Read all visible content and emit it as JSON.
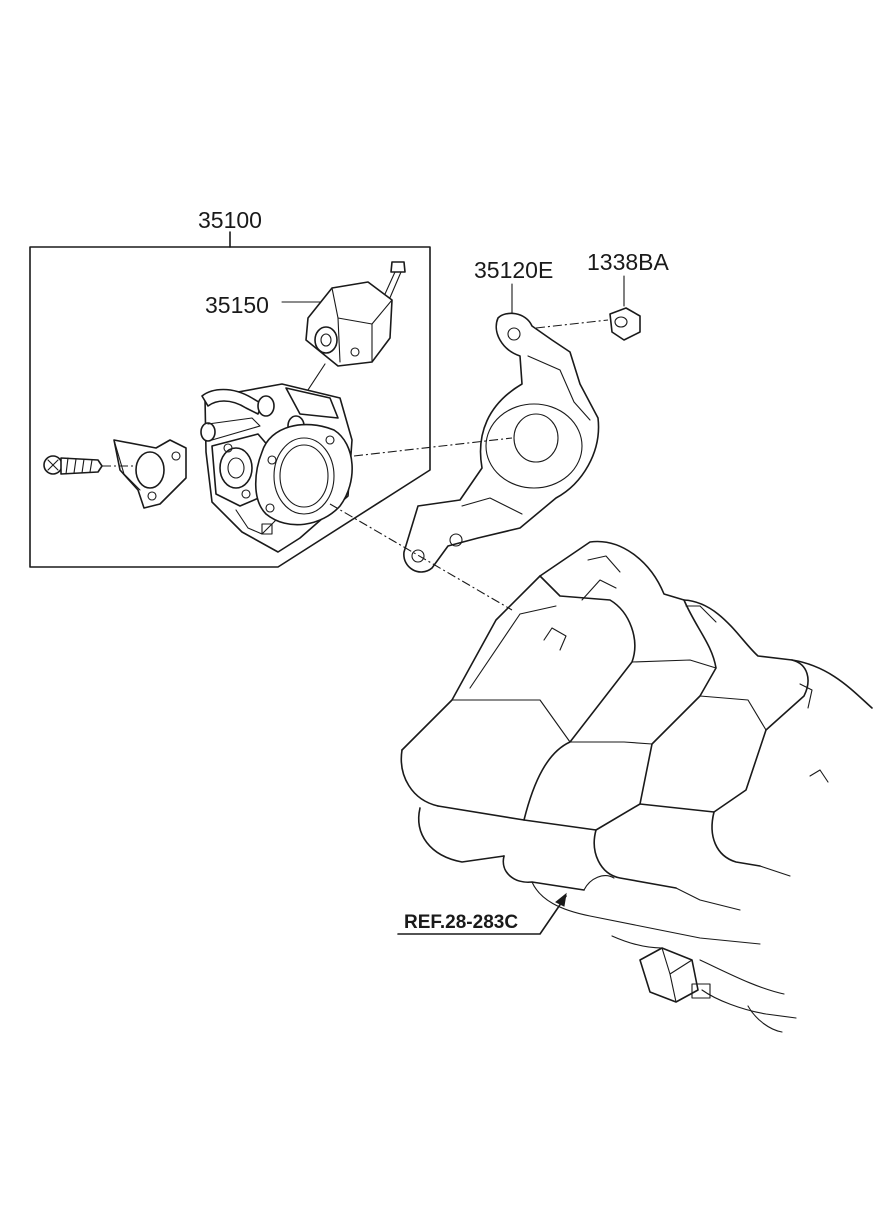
{
  "labels": {
    "assembly": "35100",
    "idle_actuator": "35150",
    "bracket": "35120E",
    "nut": "1338BA",
    "reference": "REF.28-283C"
  }
}
